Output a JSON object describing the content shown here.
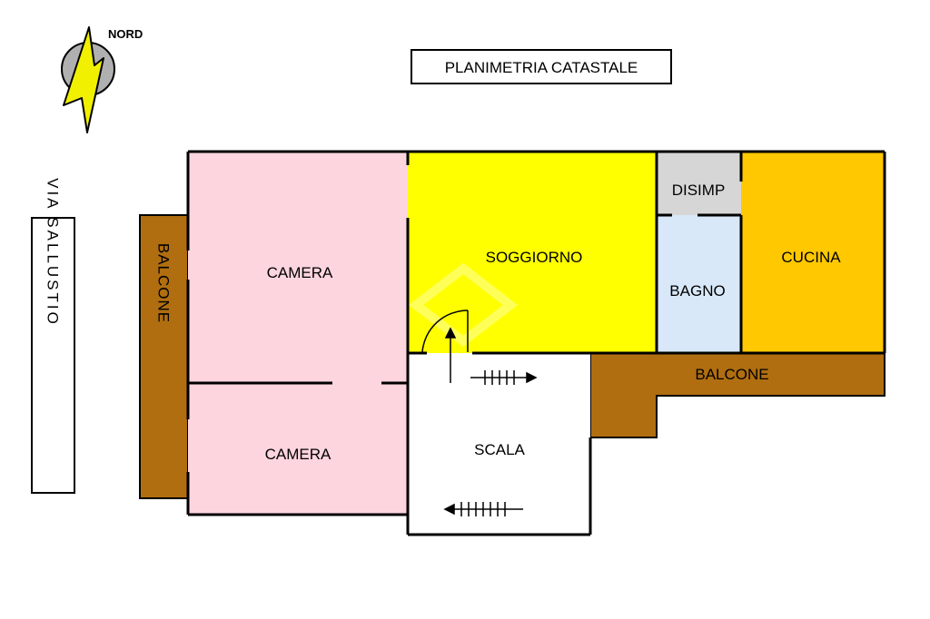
{
  "title": "PLANIMETRIA CATASTALE",
  "compass": {
    "label": "NORD"
  },
  "street": {
    "label": "VIA SALLUSTIO"
  },
  "rooms": {
    "camera_top": "CAMERA",
    "camera_bottom": "CAMERA",
    "soggiorno": "SOGGIORNO",
    "disimp": "DISIMP",
    "bagno": "BAGNO",
    "cucina": "CUCINA",
    "scala": "SCALA",
    "balcone_west": "BALCONE",
    "balcone_south": "BALCONE"
  },
  "colors": {
    "camera": "#fdd5de",
    "soggiorno": "#ffff00",
    "disimp": "#d6d6d6",
    "bagno": "#d8e8f8",
    "cucina": "#ffc800",
    "balcone": "#b06e10",
    "scala": "#ffffff",
    "compass_arrow": "#f0f000",
    "compass_disc": "#b0b0b0"
  }
}
